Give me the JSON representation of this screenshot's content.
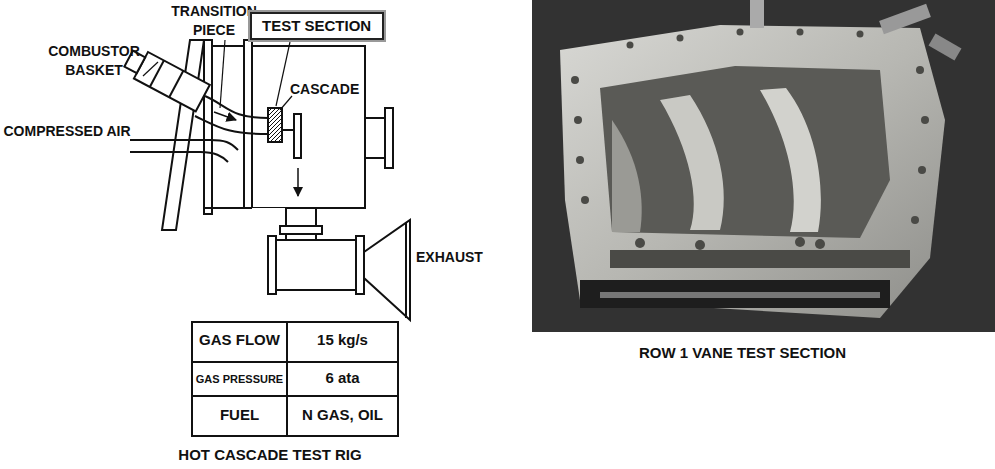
{
  "diagram": {
    "nodes": [
      {
        "text": [
          "TEST SECTION"
        ]
      }
    ],
    "labels": [
      "TRANSITION PIECE",
      "COMBUSTOR BASKET",
      "CASCADE",
      "COMPRESSED AIR",
      "EXHAUST",
      "GAS FLOW",
      "15 kg/s",
      "GAS PRESSURE",
      "6 ata",
      "FUEL",
      "N GAS, OIL",
      "HOT CASCADE TEST RIG",
      "ROW 1 VANE TEST SECTION"
    ]
  }
}
